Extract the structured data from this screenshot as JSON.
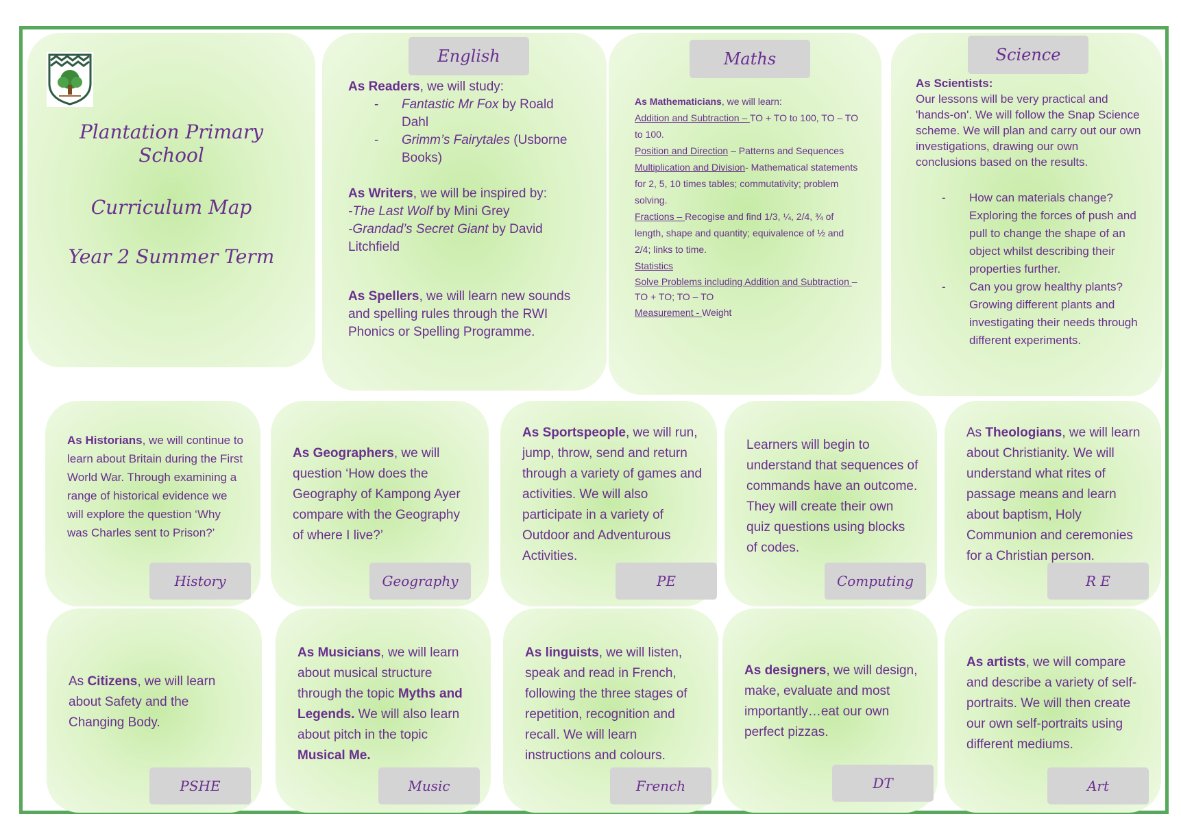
{
  "school": {
    "name": "Plantation Primary School",
    "map": "Curriculum Map",
    "term": "Year 2 Summer Term"
  },
  "english": {
    "tab": "English",
    "readers_lead": "As Readers",
    "readers_rest": ", we will study:",
    "book1_title": "Fantastic Mr Fox",
    "book1_rest": " by Roald Dahl",
    "book2_title": "Grimm’s Fairytales",
    "book2_rest": " (Usborne Books)",
    "writers_lead": "As Writers",
    "writers_rest": ", we will be inspired by:",
    "w1_title": "-The Last Wolf",
    "w1_rest": " by Mini Grey",
    "w2_title": "-Grandad’s Secret Giant",
    "w2_rest": " by David Litchfield",
    "spellers_lead": "As Spellers",
    "spellers_rest": ", we will learn new sounds and spelling rules through the RWI Phonics or Spelling Programme."
  },
  "maths": {
    "tab": "Maths",
    "lead": "As Mathematicians",
    "lead_rest": ", we will learn:",
    "items": [
      {
        "u": "Addition and Subtraction – ",
        "t": "TO + TO to 100, TO – TO to 100."
      },
      {
        "u": "Position and Direction",
        "t": " – Patterns and Sequences"
      },
      {
        "u": "Multiplication and Division",
        "t": "- Mathematical statements for 2, 5, 10 times tables; commutativity; problem solving."
      },
      {
        "u": "Fractions – ",
        "t": "Recogise and find 1/3, ¼, 2/4, ¾ of length, shape and quantity; equivalence of ½ and 2/4; links to time."
      },
      {
        "u": "Statistics",
        "t": ""
      },
      {
        "u": "Solve Problems including Addition and Subtraction ",
        "t": "– TO + TO; TO – TO"
      },
      {
        "u": "Measurement - ",
        "t": "Weight"
      }
    ]
  },
  "science": {
    "tab": "Science",
    "lead": "As Scientists:",
    "intro": "Our lessons will be very practical and 'hands-on'. We will follow the Snap Science scheme. We will plan and carry out our own investigations, drawing our own conclusions based on the results.",
    "q1": "How can materials change? Exploring the forces of push and pull to change the shape of an object whilst describing their properties further.",
    "q2": "Can you grow healthy plants? Growing different plants and investigating their needs through different experiments."
  },
  "history": {
    "tab": "History",
    "lead": "As Historians",
    "rest": ", we will continue to learn about Britain during the First World War. Through examining a range of historical evidence we will explore the question ‘Why was Charles sent to Prison?’"
  },
  "geography": {
    "tab": "Geography",
    "lead": "As Geographers",
    "rest": ", we will question ‘How does the Geography of Kampong Ayer compare with the Geography of where I live?’"
  },
  "pe": {
    "tab": "PE",
    "lead": "As Sportspeople",
    "rest": ", we will run, jump, throw, send and return through a variety of games and activities. We will also participate in a variety of Outdoor and Adventurous Activities."
  },
  "computing": {
    "tab": "Computing",
    "text": "Learners will begin to understand that sequences of commands have an outcome. They will create their own quiz questions using blocks of codes."
  },
  "re": {
    "tab": "R E",
    "pre": "As ",
    "lead": "Theologians",
    "rest": ", we will learn about Christianity. We will understand what rites of passage means and learn about baptism, Holy Communion and ceremonies for a Christian person."
  },
  "pshe": {
    "tab": "PSHE",
    "pre": "As ",
    "lead": "Citizens",
    "rest": ", we will learn about Safety and the Changing Body."
  },
  "music": {
    "tab": "Music",
    "lead": "As Musicians",
    "rest1": ", we will learn about musical structure through the topic ",
    "bold1": "Myths and Legends.",
    "rest2": " We will also learn about pitch in the topic ",
    "bold2": "Musical Me."
  },
  "french": {
    "tab": "French",
    "lead": "As linguists",
    "rest": ", we will listen, speak and read in French, following the three stages of repetition, recognition and recall. We will learn instructions and colours."
  },
  "dt": {
    "tab": "DT",
    "lead": "As designers",
    "rest": ", we will design, make, evaluate and most importantly…eat our own perfect pizzas."
  },
  "art": {
    "tab": "Art",
    "lead": "As artists",
    "rest": ", we will compare and describe a variety of self-portraits. We will then create our own self-portraits using different mediums."
  },
  "colors": {
    "border": "#58a85c",
    "text": "#6a2f8f",
    "tab": "#d4d4d4"
  }
}
